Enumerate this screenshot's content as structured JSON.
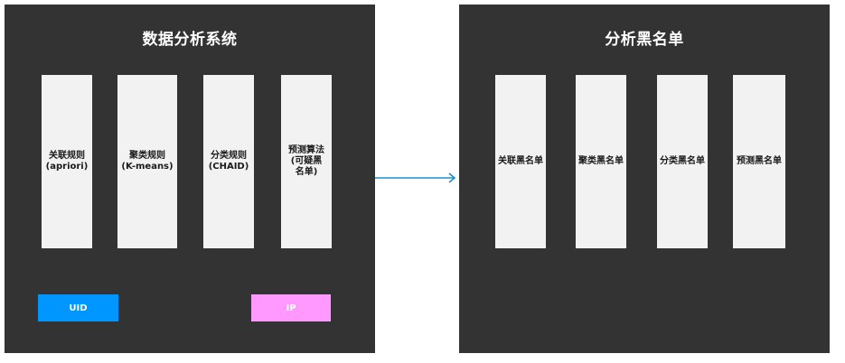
{
  "left_panel": {
    "title": "数据分析系统",
    "columns": [
      {
        "label": "关联规则\n(apriori)"
      },
      {
        "label": "聚类规则\n(K-means)"
      },
      {
        "label": "分类规则\n(CHAID)"
      },
      {
        "label": "预测算法\n(可疑黑名单)"
      }
    ],
    "tags": [
      {
        "label": "UID",
        "color": "#0096ff"
      },
      {
        "label": "IP",
        "color": "#ff99ff"
      }
    ]
  },
  "right_panel": {
    "title": "分析黑名单",
    "columns": [
      {
        "label": "关联黑名单"
      },
      {
        "label": "聚类黑名单"
      },
      {
        "label": "分类黑名单"
      },
      {
        "label": "预测黑名单"
      }
    ]
  },
  "colors": {
    "panel_bg": "#333333",
    "column_bg": "#f2f2f2",
    "arrow": "#1e8fc8"
  }
}
